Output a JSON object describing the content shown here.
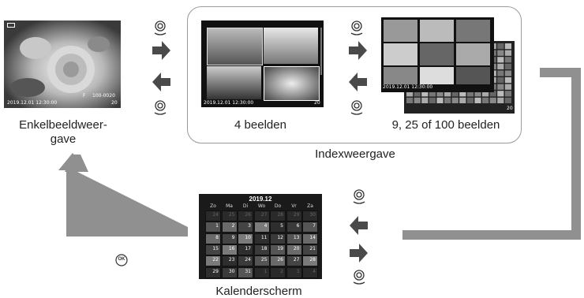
{
  "labels": {
    "single": "Enkelbeeldweer-\ngave",
    "four": "4 beelden",
    "multi": "9, 25 of 100 beelden",
    "index": "Indexweergave",
    "calendar": "Kalenderscherm"
  },
  "single_screen": {
    "timestamp": "2019.12.01 12:30:00",
    "count": "20",
    "file": "100-0020",
    "aperture": "F"
  },
  "four_screen": {
    "timestamp": "2019.12.01 12:30:00",
    "count": "20"
  },
  "multi_screen": {
    "timestamp": "2019.12.01 12:30:00",
    "count": "20"
  },
  "calendar": {
    "title": "2019.12",
    "days": [
      "Zo",
      "Ma",
      "Di",
      "Wo",
      "Do",
      "Vr",
      "Za"
    ],
    "weeks": [
      [
        "24",
        "25",
        "26",
        "27",
        "28",
        "29",
        "30"
      ],
      [
        "1",
        "2",
        "3",
        "4",
        "5",
        "6",
        "7"
      ],
      [
        "8",
        "9",
        "10",
        "11",
        "12",
        "13",
        "14"
      ],
      [
        "15",
        "16",
        "17",
        "18",
        "19",
        "20",
        "21"
      ],
      [
        "22",
        "23",
        "24",
        "25",
        "26",
        "27",
        "28"
      ],
      [
        "29",
        "30",
        "31",
        "1",
        "2",
        "3",
        "4"
      ]
    ]
  },
  "ok_button": "OK",
  "colors": {
    "arrow": "#4a4a4a",
    "path": "#909090",
    "screen": "#111111"
  }
}
